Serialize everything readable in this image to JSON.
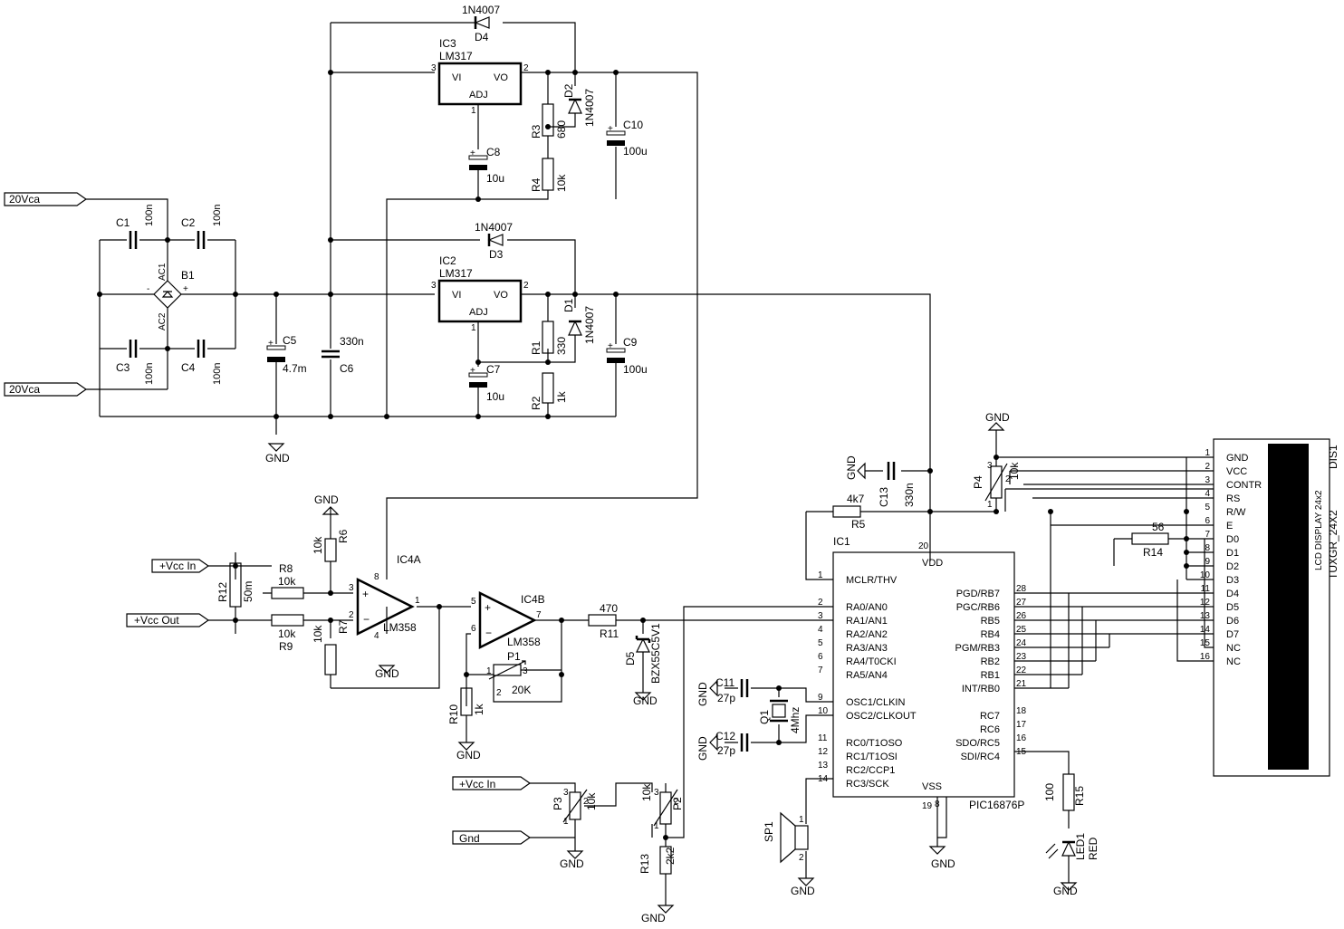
{
  "supply": {
    "ac_in_1": "20Vca",
    "ac_in_2": "20Vca",
    "b1": "B1",
    "ac1": "AC1",
    "ac2": "AC2",
    "plus": "+",
    "minus": "-",
    "c1": "C1",
    "c2": "C2",
    "c3": "C3",
    "c4": "C4",
    "cap_100n": "100n",
    "c5": "C5",
    "c5_val": "4.7m",
    "c6": "C6",
    "c6_val": "330n",
    "gnd": "GND"
  },
  "reg_top": {
    "ref": "IC3",
    "part": "LM317",
    "vi": "VI",
    "vo": "VO",
    "adj": "ADJ",
    "pin3": "3",
    "pin2": "2",
    "pin1": "1",
    "d4": "D4",
    "d4_val": "1N4007",
    "d2": "D2",
    "d2_val": "1N4007",
    "r3": "R3",
    "r3_val": "680",
    "r4": "R4",
    "r4_val": "10k",
    "c8": "C8",
    "c8_val": "10u",
    "c10": "C10",
    "c10_val": "100u"
  },
  "reg_bottom": {
    "ref": "IC2",
    "part": "LM317",
    "vi": "VI",
    "vo": "VO",
    "adj": "ADJ",
    "pin3": "3",
    "pin2": "2",
    "pin1": "1",
    "d3": "D3",
    "d3_val": "1N4007",
    "d1": "D1",
    "d1_val": "1N4007",
    "r1": "R1",
    "r1_val": "330",
    "r2": "R2",
    "r2_val": "1k",
    "c7": "C7",
    "c7_val": "10u",
    "c9": "C9",
    "c9_val": "100u"
  },
  "amp": {
    "vcc_in": "+Vcc In",
    "vcc_out": "+Vcc Out",
    "r12": "R12",
    "r12_val": "50m",
    "r8": "R8",
    "r8_val": "10k",
    "r9": "R9",
    "r9_val": "10k",
    "r6": "R6",
    "r6_val": "10k",
    "r7": "R7",
    "r7_val": "10k",
    "ic4a": "IC4A",
    "ic4b": "IC4B",
    "part": "LM358",
    "p1": "P1",
    "p1_val": "20K",
    "r10": "R10",
    "r10_val": "1k",
    "r11": "R11",
    "r11_val": "470",
    "d5": "D5",
    "d5_val": "BZX55C5V1",
    "gnd": "GND"
  },
  "trim": {
    "vcc_in": "+Vcc In",
    "gnd_label": "Gnd",
    "p3": "P3",
    "p3_val": "10k",
    "p2": "P2",
    "p2_val": "10k",
    "r13": "R13",
    "r13_val": "2k2",
    "gnd": "GND"
  },
  "mcu": {
    "ref": "IC1",
    "part": "PIC16876P",
    "vdd": "VDD",
    "vss": "VSS",
    "pins_left": [
      {
        "num": "1",
        "name": "MCLR/THV"
      },
      {
        "num": "2",
        "name": "RA0/AN0"
      },
      {
        "num": "3",
        "name": "RA1/AN1"
      },
      {
        "num": "4",
        "name": "RA2/AN2"
      },
      {
        "num": "5",
        "name": "RA3/AN3"
      },
      {
        "num": "6",
        "name": "RA4/T0CKI"
      },
      {
        "num": "7",
        "name": "RA5/AN4"
      },
      {
        "num": "9",
        "name": "OSC1/CLKIN"
      },
      {
        "num": "10",
        "name": "OSC2/CLKOUT"
      },
      {
        "num": "11",
        "name": "RC0/T1OSO"
      },
      {
        "num": "12",
        "name": "RC1/T1OSI"
      },
      {
        "num": "13",
        "name": "RC2/CCP1"
      },
      {
        "num": "14",
        "name": "RC3/SCK"
      }
    ],
    "pins_right": [
      {
        "num": "28",
        "name": "PGD/RB7"
      },
      {
        "num": "27",
        "name": "PGC/RB6"
      },
      {
        "num": "26",
        "name": "RB5"
      },
      {
        "num": "25",
        "name": "RB4"
      },
      {
        "num": "24",
        "name": "PGM/RB3"
      },
      {
        "num": "23",
        "name": "RB2"
      },
      {
        "num": "22",
        "name": "RB1"
      },
      {
        "num": "21",
        "name": "INT/RB0"
      },
      {
        "num": "18",
        "name": "RC7"
      },
      {
        "num": "17",
        "name": "RC6"
      },
      {
        "num": "16",
        "name": "SDO/RC5"
      },
      {
        "num": "15",
        "name": "SDI/RC4"
      }
    ],
    "pin20": "20",
    "pin19": "19",
    "pin8": "8",
    "r5": "R5",
    "r5_val": "4k7",
    "c13": "C13",
    "c13_val": "330n",
    "c11": "C11",
    "c11_val": "27p",
    "c12": "C12",
    "c12_val": "27p",
    "q1": "Q1",
    "q1_val": "4Mhz",
    "sp1": "SP1",
    "r15": "R15",
    "r15_val": "100",
    "led1": "LED1",
    "led1_color": "RED",
    "r14": "R14",
    "r14_val": "56",
    "p4": "P4",
    "p4_val": "10k",
    "gnd": "GND"
  },
  "lcd": {
    "ref": "DIS1",
    "model": "TUXGR_24X2",
    "title": "LCD DISPLAY 24x2",
    "pins": [
      {
        "num": "1",
        "name": "GND"
      },
      {
        "num": "2",
        "name": "VCC"
      },
      {
        "num": "3",
        "name": "CONTR"
      },
      {
        "num": "4",
        "name": "RS"
      },
      {
        "num": "5",
        "name": "R/W"
      },
      {
        "num": "6",
        "name": "E"
      },
      {
        "num": "7",
        "name": "D0"
      },
      {
        "num": "8",
        "name": "D1"
      },
      {
        "num": "9",
        "name": "D2"
      },
      {
        "num": "10",
        "name": "D3"
      },
      {
        "num": "11",
        "name": "D4"
      },
      {
        "num": "12",
        "name": "D5"
      },
      {
        "num": "13",
        "name": "D6"
      },
      {
        "num": "14",
        "name": "D7"
      },
      {
        "num": "15",
        "name": "NC"
      },
      {
        "num": "16",
        "name": "NC"
      }
    ]
  }
}
